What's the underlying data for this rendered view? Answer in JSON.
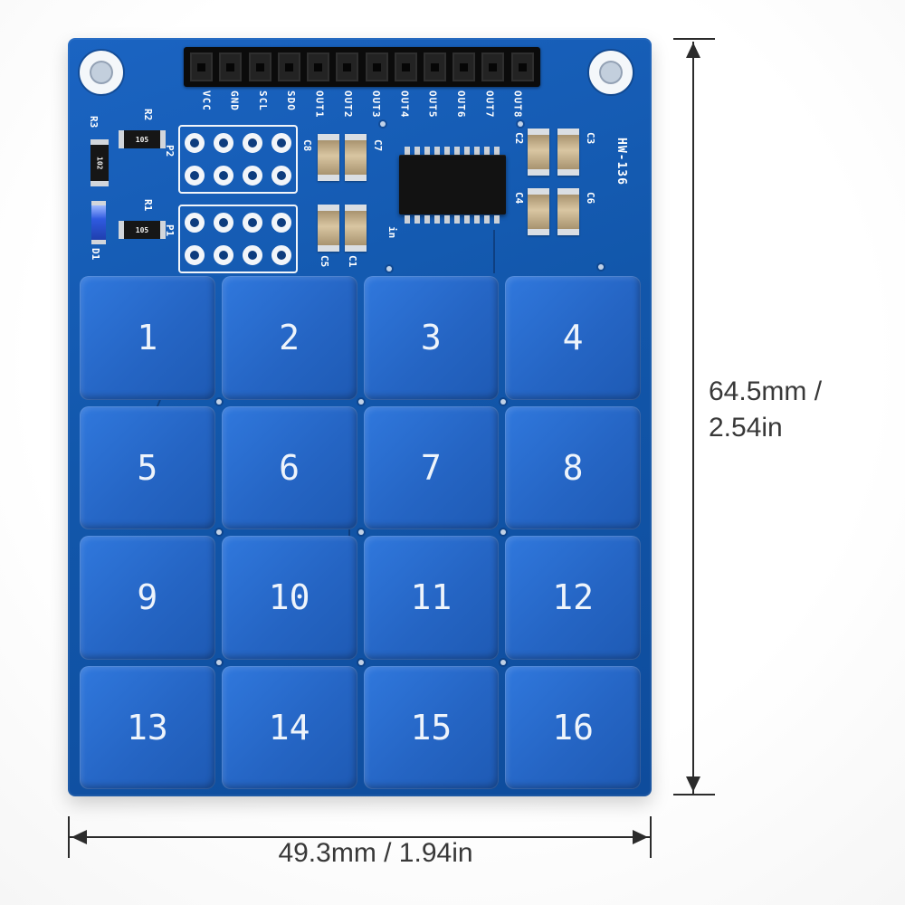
{
  "board": {
    "pins": [
      "VCC",
      "GND",
      "SCL",
      "SDO",
      "OUT1",
      "OUT2",
      "OUT3",
      "OUT4",
      "OUT5",
      "OUT6",
      "OUT7",
      "OUT8"
    ],
    "keys": [
      "1",
      "2",
      "3",
      "4",
      "5",
      "6",
      "7",
      "8",
      "9",
      "10",
      "11",
      "12",
      "13",
      "14",
      "15",
      "16"
    ]
  },
  "silkscreen": {
    "r3": "R3",
    "r3_value": "102",
    "r2": "R2",
    "r2_value": "105",
    "r1": "R1",
    "r1_value": "105",
    "d1": "D1",
    "p2": "P2",
    "p1": "P1",
    "c8": "C8",
    "c7": "C7",
    "c5": "C5",
    "c1": "C1",
    "c2": "C2",
    "c3": "C3",
    "c4": "C4",
    "c6": "C6",
    "ic": "in",
    "model": "HW-136"
  },
  "annotations": {
    "height_line1": "64.5mm /",
    "height_line2": "2.54in",
    "width": "49.3mm / 1.94in"
  },
  "colors": {
    "pcb_blue": "#1257ab",
    "key_blue": "#2b6fd3",
    "silkscreen_white": "#ffffff",
    "capacitor_tan": "#c9b188",
    "header_black": "#0b0b0b",
    "dimension_text": "#383838"
  }
}
